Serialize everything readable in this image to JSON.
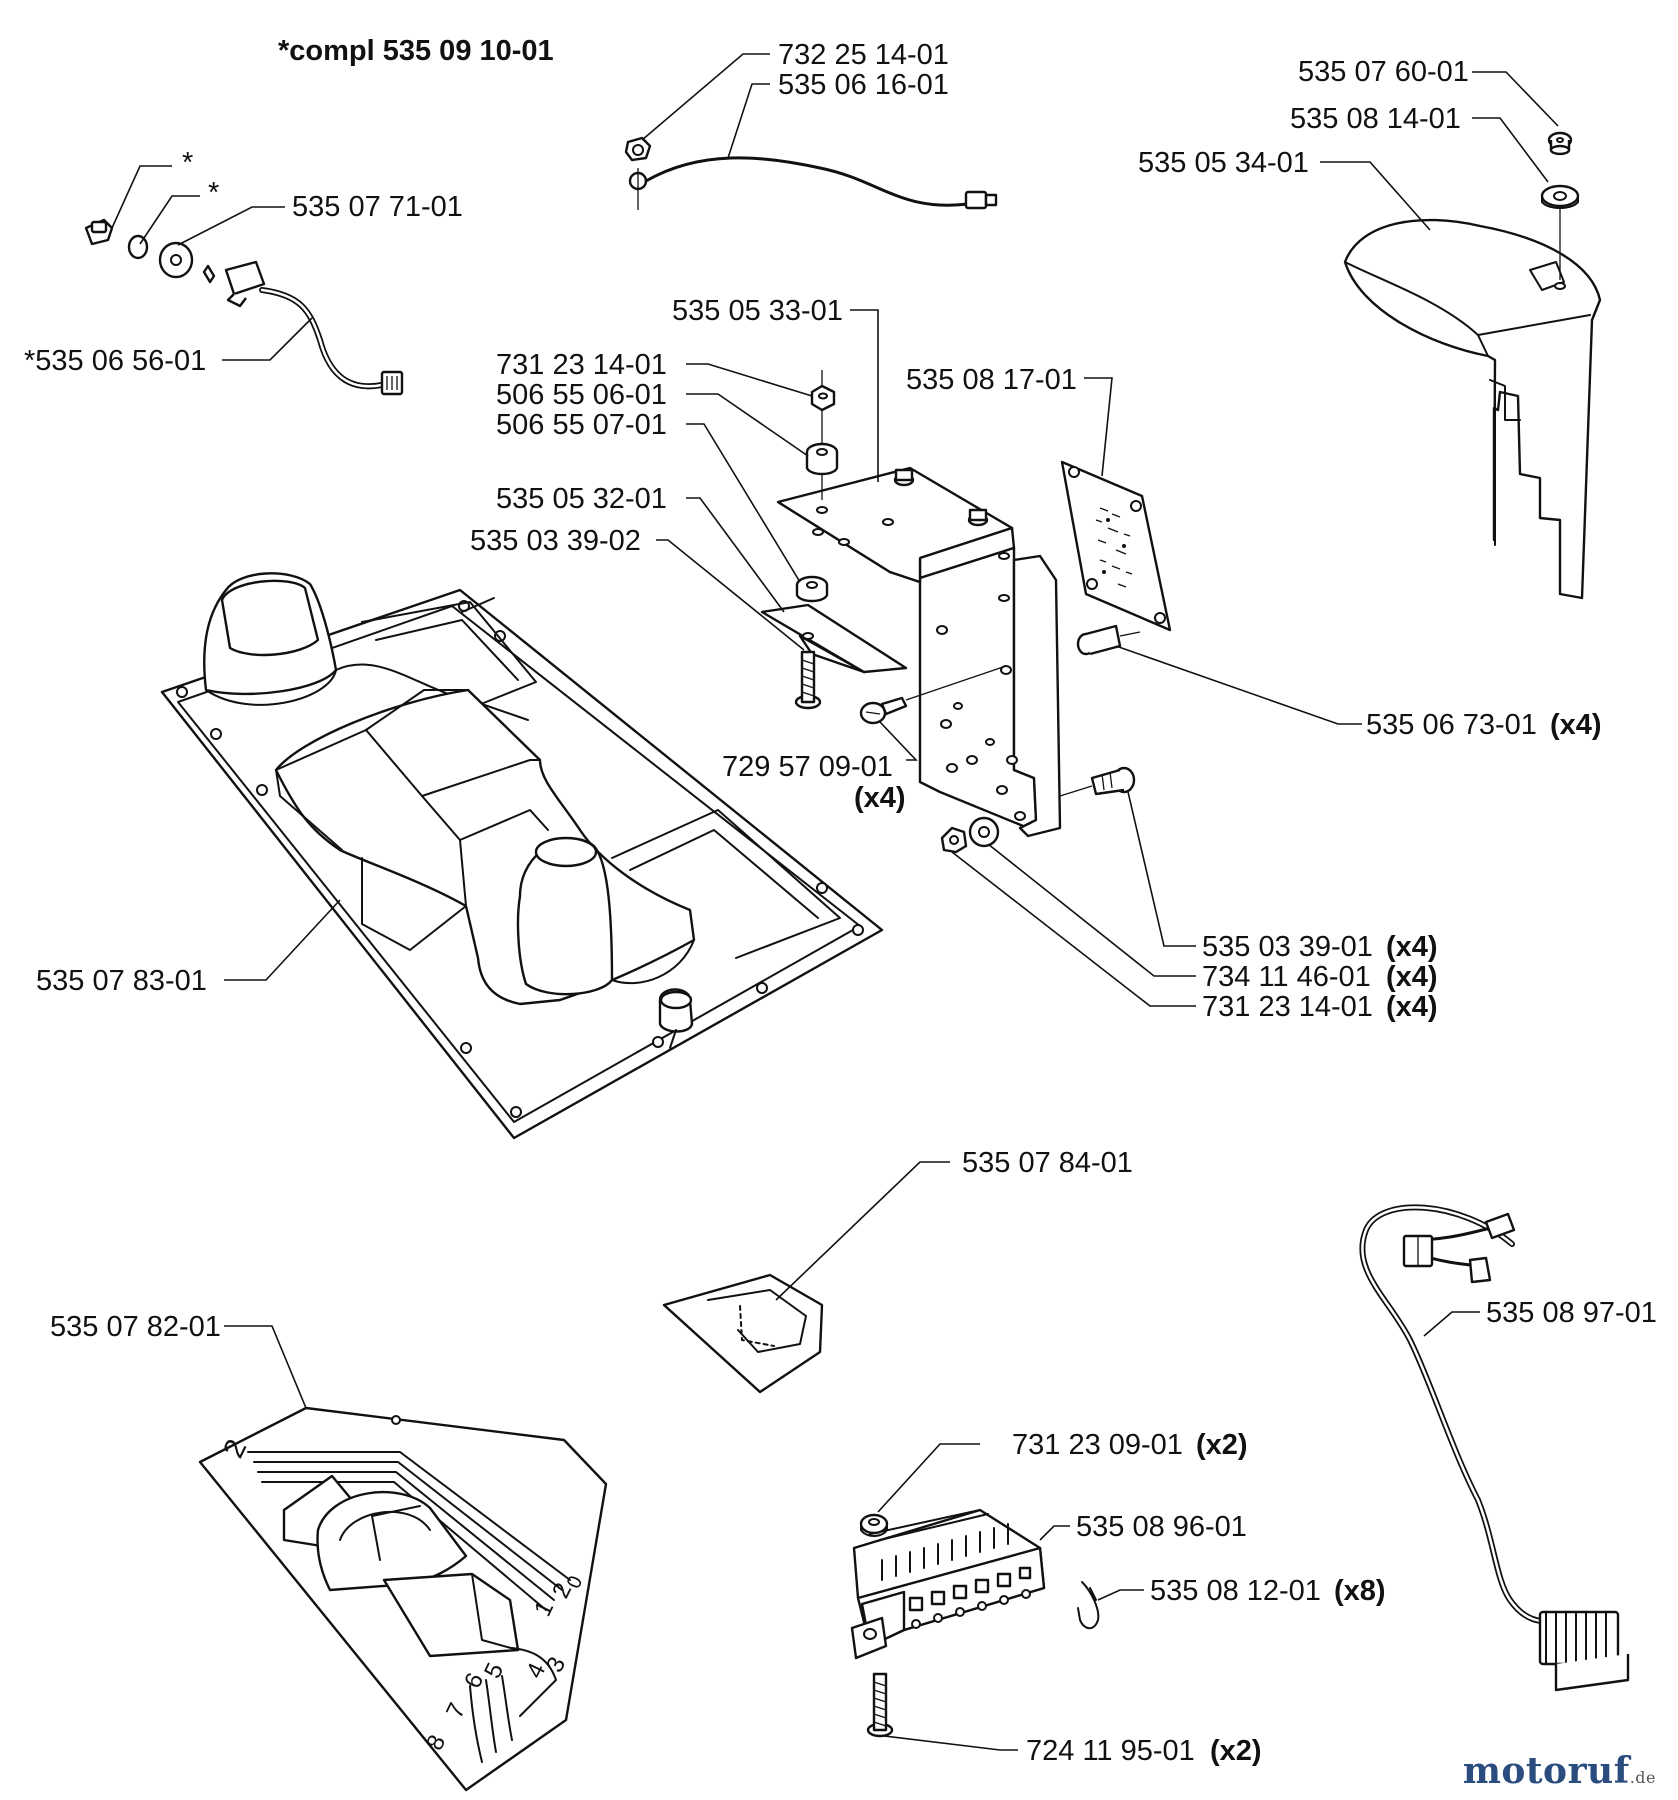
{
  "header": {
    "kit_label": "*compl 535 09 10-01"
  },
  "labels": {
    "p732251401": "732 25 14-01",
    "p535061601": "535 06 16-01",
    "star_a": "*",
    "star_b": "*",
    "p535077101": "535 07 71-01",
    "p535065601": "*535 06 56-01",
    "p535076001": "535 07 60-01",
    "p535081401": "535 08 14-01",
    "p535053401": "535 05 34-01",
    "p535053301": "535 05 33-01",
    "p731231401": "731 23 14-01",
    "p506550601": "506 55 06-01",
    "p506550701": "506 55 07-01",
    "p535081701": "535 08 17-01",
    "p535053201": "535 05 32-01",
    "p535033902": "535 03 39-02",
    "p535067301": "535 06 73-01",
    "p535067301_qty": "(x4)",
    "p729570901": "729 57 09-01",
    "p729570901_qty": "(x4)",
    "p535033901": "535 03 39-01",
    "p535033901_qty": "(x4)",
    "p734114601": "734 11 46-01",
    "p734114601_qty": "(x4)",
    "p731231401b": "731 23 14-01",
    "p731231401b_qty": "(x4)",
    "p535078301": "535 07 83-01",
    "p535078401": "535 07 84-01",
    "p535089701": "535 08 97-01",
    "p535078201": "535 07 82-01",
    "p731230901": "731 23 09-01",
    "p731230901_qty": "(x2)",
    "p535089601": "535 08 96-01",
    "p535081201": "535 08 12-01",
    "p535081201_qty": "(x8)",
    "p724119501": "724 11 95-01",
    "p724119501_qty": "(x2)"
  },
  "board_markings": [
    "2",
    "0",
    "1",
    "2",
    "3",
    "4",
    "5",
    "6",
    "7",
    "8"
  ],
  "watermark": {
    "name": "motoruf",
    "suffix": ".de"
  }
}
